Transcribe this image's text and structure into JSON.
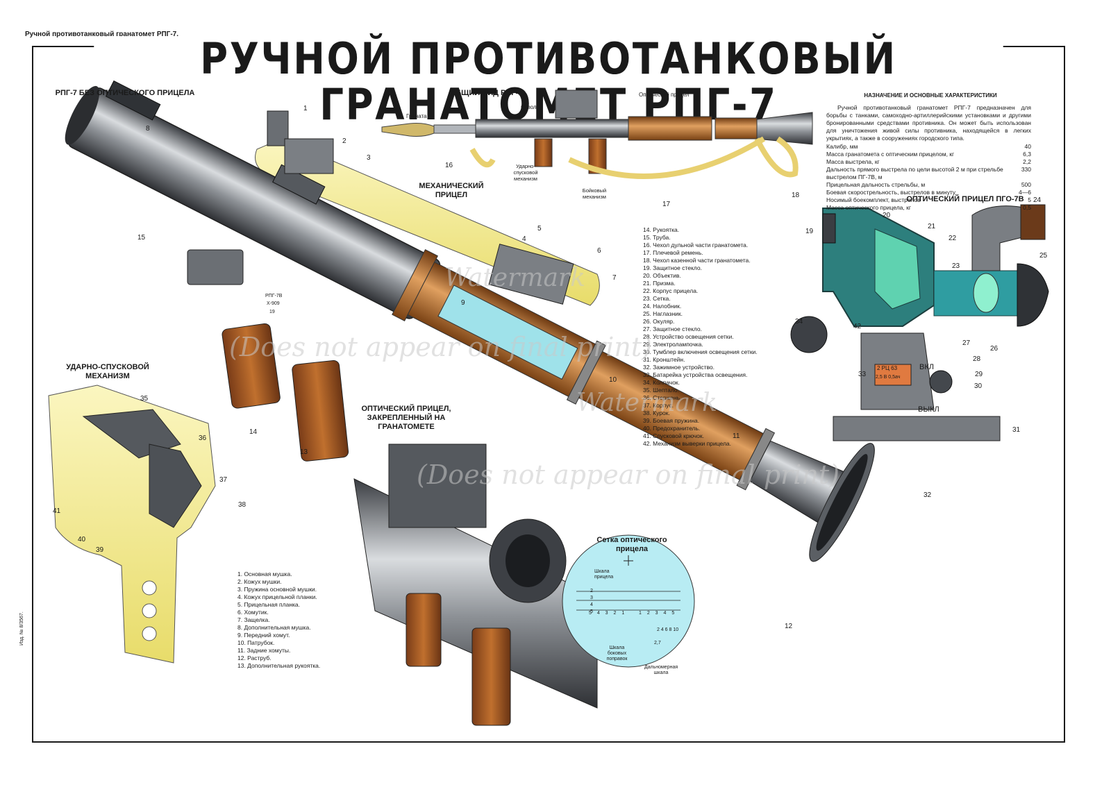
{
  "top_caption": "Ручной противотанковый гранатомет РПГ-7.",
  "title": "РУЧНОЙ ПРОТИВОТАНКОВЫЙ ГРАНАТОМЕТ РПГ-7",
  "sections": {
    "no_optic": "РПГ-7 БЕЗ ОПТИЧЕСКОГО ПРИЦЕЛА",
    "general_view": "ОБЩИЙ ВИД РПГ-7",
    "mech_sight": "МЕХАНИЧЕСКИЙ ПРИЦЕЛ",
    "trigger": "УДАРНО-СПУСКОВОЙ МЕХАНИЗМ",
    "optic_mounted": "ОПТИЧЕСКИЙ ПРИЦЕЛ, ЗАКРЕПЛЕННЫЙ НА ГРАНАТОМЕТЕ",
    "reticle": "Сетка оптического прицела",
    "pgo": "ОПТИЧЕСКИЙ ПРИЦЕЛ ПГО-7В",
    "purpose": "НАЗНАЧЕНИЕ И ОСНОВНЫЕ ХАРАКТЕРИСТИКИ"
  },
  "general_labels": {
    "optic": "Оптический прицел",
    "barrel": "Ствол",
    "grenade": "Граната",
    "trigger_mech": "Ударно-спусковой механизм",
    "firing_mech": "Бойковый механизм"
  },
  "reticle_labels": {
    "scale": "Шкала прицела",
    "side": "Шкала боковых поправок",
    "range": "Дальномерная шкала",
    "val": "2,7",
    "left_nums": "5 4 3 2 1",
    "right_nums": "1 2 3 4 5",
    "range_nums": "2  4  6  8  10",
    "vert_nums": [
      "2",
      "3",
      "4",
      "5"
    ]
  },
  "optic_inner_labels": {
    "on": "ВКЛ",
    "off": "ВЫКЛ",
    "battery": "2 РЦ 63",
    "battery2": "2,5 В 0,5ач"
  },
  "gun_marking": [
    "РПГ-7В",
    "Х-909",
    "19"
  ],
  "spec_intro": "Ручной противотанковый гранатомет РПГ-7 предназначен для борьбы с танками, самоходно-артиллерийскими установками и другими бронированными средствами противника. Он может быть использован для уничтожения живой силы противника, находящейся в легких укрытиях, а также в сооружениях городского типа.",
  "specs": [
    {
      "label": "Калибр, мм",
      "value": "40"
    },
    {
      "label": "Масса гранатомета с оптическим прицелом, кг",
      "value": "6,3"
    },
    {
      "label": "Масса выстрела, кг",
      "value": "2,2"
    },
    {
      "label": "Дальность прямого выстрела по цели высотой 2 м при стрельбе выстрелом ПГ-7В, м",
      "value": "330"
    },
    {
      "label": "Прицельная дальность стрельбы, м",
      "value": "500"
    },
    {
      "label": "Боевая скорострельность, выстрелов в минуту",
      "value": "4—6"
    },
    {
      "label": "Носимый боекомплект, выстрелов",
      "value": "5"
    },
    {
      "label": "Масса оптического прицела, кг",
      "value": "0,5"
    }
  ],
  "legend_left": [
    "1. Основная мушка.",
    "2. Кожух мушки.",
    "3. Пружина основной мушки.",
    "4. Кожух прицельной планки.",
    "5. Прицельная планка.",
    "6. Хомутик.",
    "7. Защелка.",
    "8. Дополнительная мушка.",
    "9. Передний хомут.",
    "10. Патрубок.",
    "11. Задние хомуты.",
    "12. Раструб.",
    "13. Дополнительная рукоятка."
  ],
  "legend_right": [
    "14. Рукоятка.",
    "15. Труба.",
    "16. Чехол дульной части гранатомета.",
    "17. Плечевой ремень.",
    "18. Чехол казенной части гранатомета.",
    "19. Защитное стекло.",
    "20. Объектив.",
    "21. Призма.",
    "22. Корпус прицела.",
    "23. Сетка.",
    "24. Налобник.",
    "25. Наглазник.",
    "26. Окуляр.",
    "27. Защитное стекло.",
    "28. Устройство освещения сетки.",
    "29. Электролампочка.",
    "30. Тумблер включения освещения сетки.",
    "31. Кронштейн.",
    "32. Зажимное устройство.",
    "33. Батарейка устройства освещения.",
    "34. Колпачок.",
    "35. Шептало.",
    "36. Стержень.",
    "37. Корпус.",
    "38. Курок.",
    "39. Боевая пружина.",
    "40. Предохранитель.",
    "41. Спусковой крючок.",
    "42. Механизм выверки прицела."
  ],
  "side_id": "Изд. № 8/3567.",
  "watermark": [
    "Watermark",
    "(Does not appear on final print)"
  ],
  "callouts": {
    "n1": "1",
    "n2": "2",
    "n3": "3",
    "n4": "4",
    "n5": "5",
    "n6": "6",
    "n7": "7",
    "n8": "8",
    "n9": "9",
    "n10": "10",
    "n11": "11",
    "n12": "12",
    "n13": "13",
    "n14": "14",
    "n15": "15",
    "n16": "16",
    "n17": "17",
    "n18": "18",
    "n19": "19",
    "n20": "20",
    "n21": "21",
    "n22": "22",
    "n23": "23",
    "n24": "24",
    "n25": "25",
    "n26": "26",
    "n27": "27",
    "n28": "28",
    "n29": "29",
    "n30": "30",
    "n31": "31",
    "n32": "32",
    "n33": "33",
    "n34": "34",
    "n35": "35",
    "n36": "36",
    "n37": "37",
    "n38": "38",
    "n39": "39",
    "n40": "40",
    "n41": "41",
    "n42": "42"
  },
  "colors": {
    "steel": "#6f7378",
    "steel_light": "#b8bcc0",
    "wood": "#a5572a",
    "copper": "#c47a3c",
    "cover_yellow": "#f4ee9c",
    "cutaway_blue": "#9fe2ea",
    "optic_teal": "#1e8c86"
  }
}
